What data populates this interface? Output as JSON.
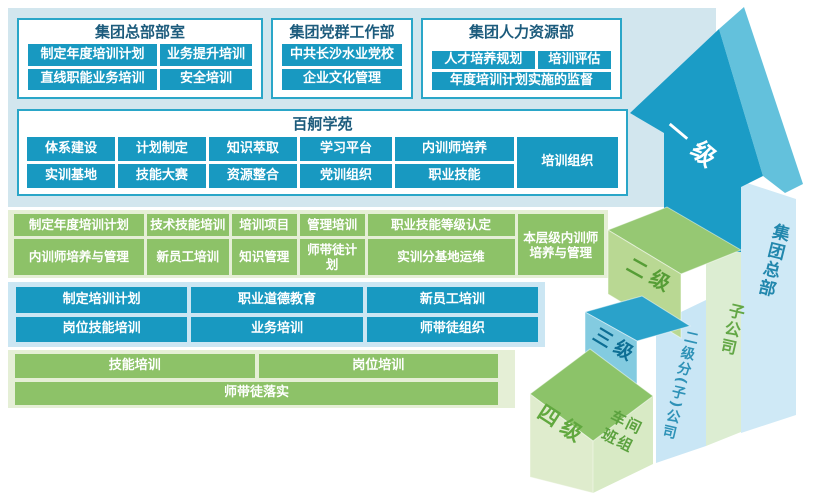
{
  "colors": {
    "teal_cell": "#1899c1",
    "green_cell": "#8dc268",
    "bg_light_blue": "#d2e6ee",
    "band_light_green": "#e5efd6",
    "band_light_blue": "#cbe6f3",
    "arrow_front": "#1b9cc6",
    "arrow_side": "#63c1dc",
    "title_text": "#1c5b7c"
  },
  "dept_boxes": [
    {
      "title": "集团总部部室",
      "cells": [
        "制定年度培训计划",
        "业务提升培训",
        "直线职能业务培训",
        "安全培训"
      ]
    },
    {
      "title": "集团党群工作部",
      "cells": [
        "中共长沙水业党校",
        "企业文化管理"
      ]
    },
    {
      "title": "集团人力资源部",
      "cells": [
        "人才培养规划",
        "培训评估",
        "年度培训计划实施的监督"
      ]
    }
  ],
  "academy": {
    "title": "百舸学苑",
    "row1": [
      "体系建设",
      "计划制定",
      "知识萃取",
      "学习平台",
      "内训师培养"
    ],
    "row2": [
      "实训基地",
      "技能大赛",
      "资源整合",
      "党训组织",
      "职业技能"
    ],
    "tall": "培训组织"
  },
  "level2_grid": {
    "row1": [
      "制定年度培训计划",
      "技术技能培训",
      "培训项目",
      "管理培训",
      "职业技能等级认定"
    ],
    "row2": [
      "内训师培养与管理",
      "新员工培训",
      "知识管理",
      "师带徒计划",
      "实训分基地运维"
    ],
    "tall": "本层级内训师培养与管理"
  },
  "level3_grid": {
    "row1": [
      "制定培训计划",
      "职业道德教育",
      "新员工培训"
    ],
    "row2": [
      "岗位技能培训",
      "业务培训",
      "师带徒组织"
    ]
  },
  "level4_grid": {
    "row1": [
      "技能培训",
      "岗位培训"
    ],
    "row2": [
      "师带徒落实"
    ]
  },
  "steps": {
    "level1": "一级",
    "level2": "二级",
    "level3": "三级",
    "level4": "四级"
  },
  "columns": {
    "group_hq": "集团总部",
    "subsidiary": "子公司",
    "second_level": "二级分(子)公司",
    "workshop": "车间班组"
  }
}
